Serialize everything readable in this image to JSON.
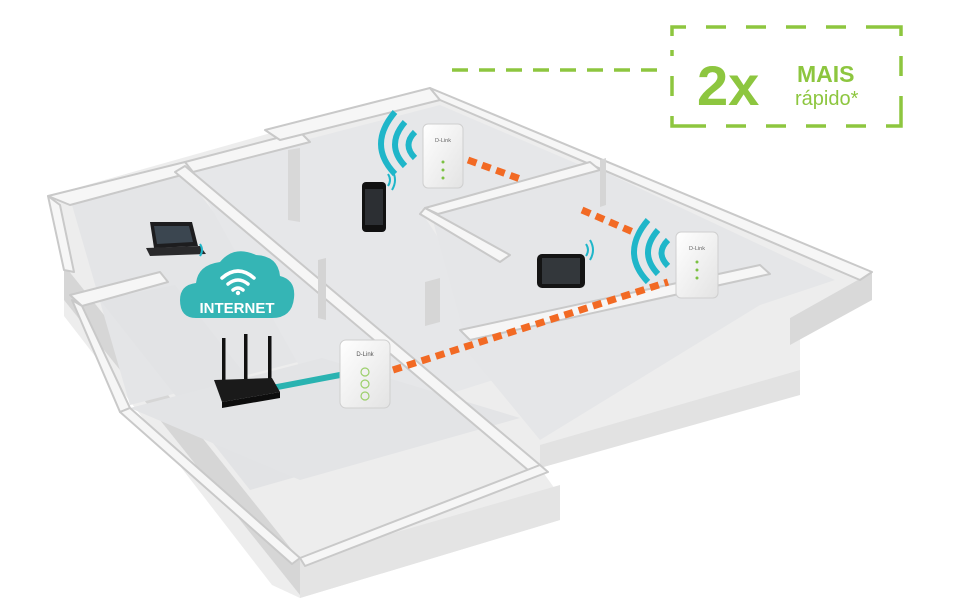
{
  "badge": {
    "multiplier": "2x",
    "word": "MAIS",
    "sub": "rápido*",
    "color": "#8dc63f"
  },
  "internet": {
    "label": "INTERNET",
    "color": "#35b5b5"
  },
  "devices": {
    "brand": "D-Link"
  },
  "colors": {
    "wifi": "#1fb6c9",
    "powerline": "#f26a24",
    "ethernet": "#2ab3b1",
    "floor": "#e6e7e9",
    "wall_top": "#f3f3f3"
  }
}
